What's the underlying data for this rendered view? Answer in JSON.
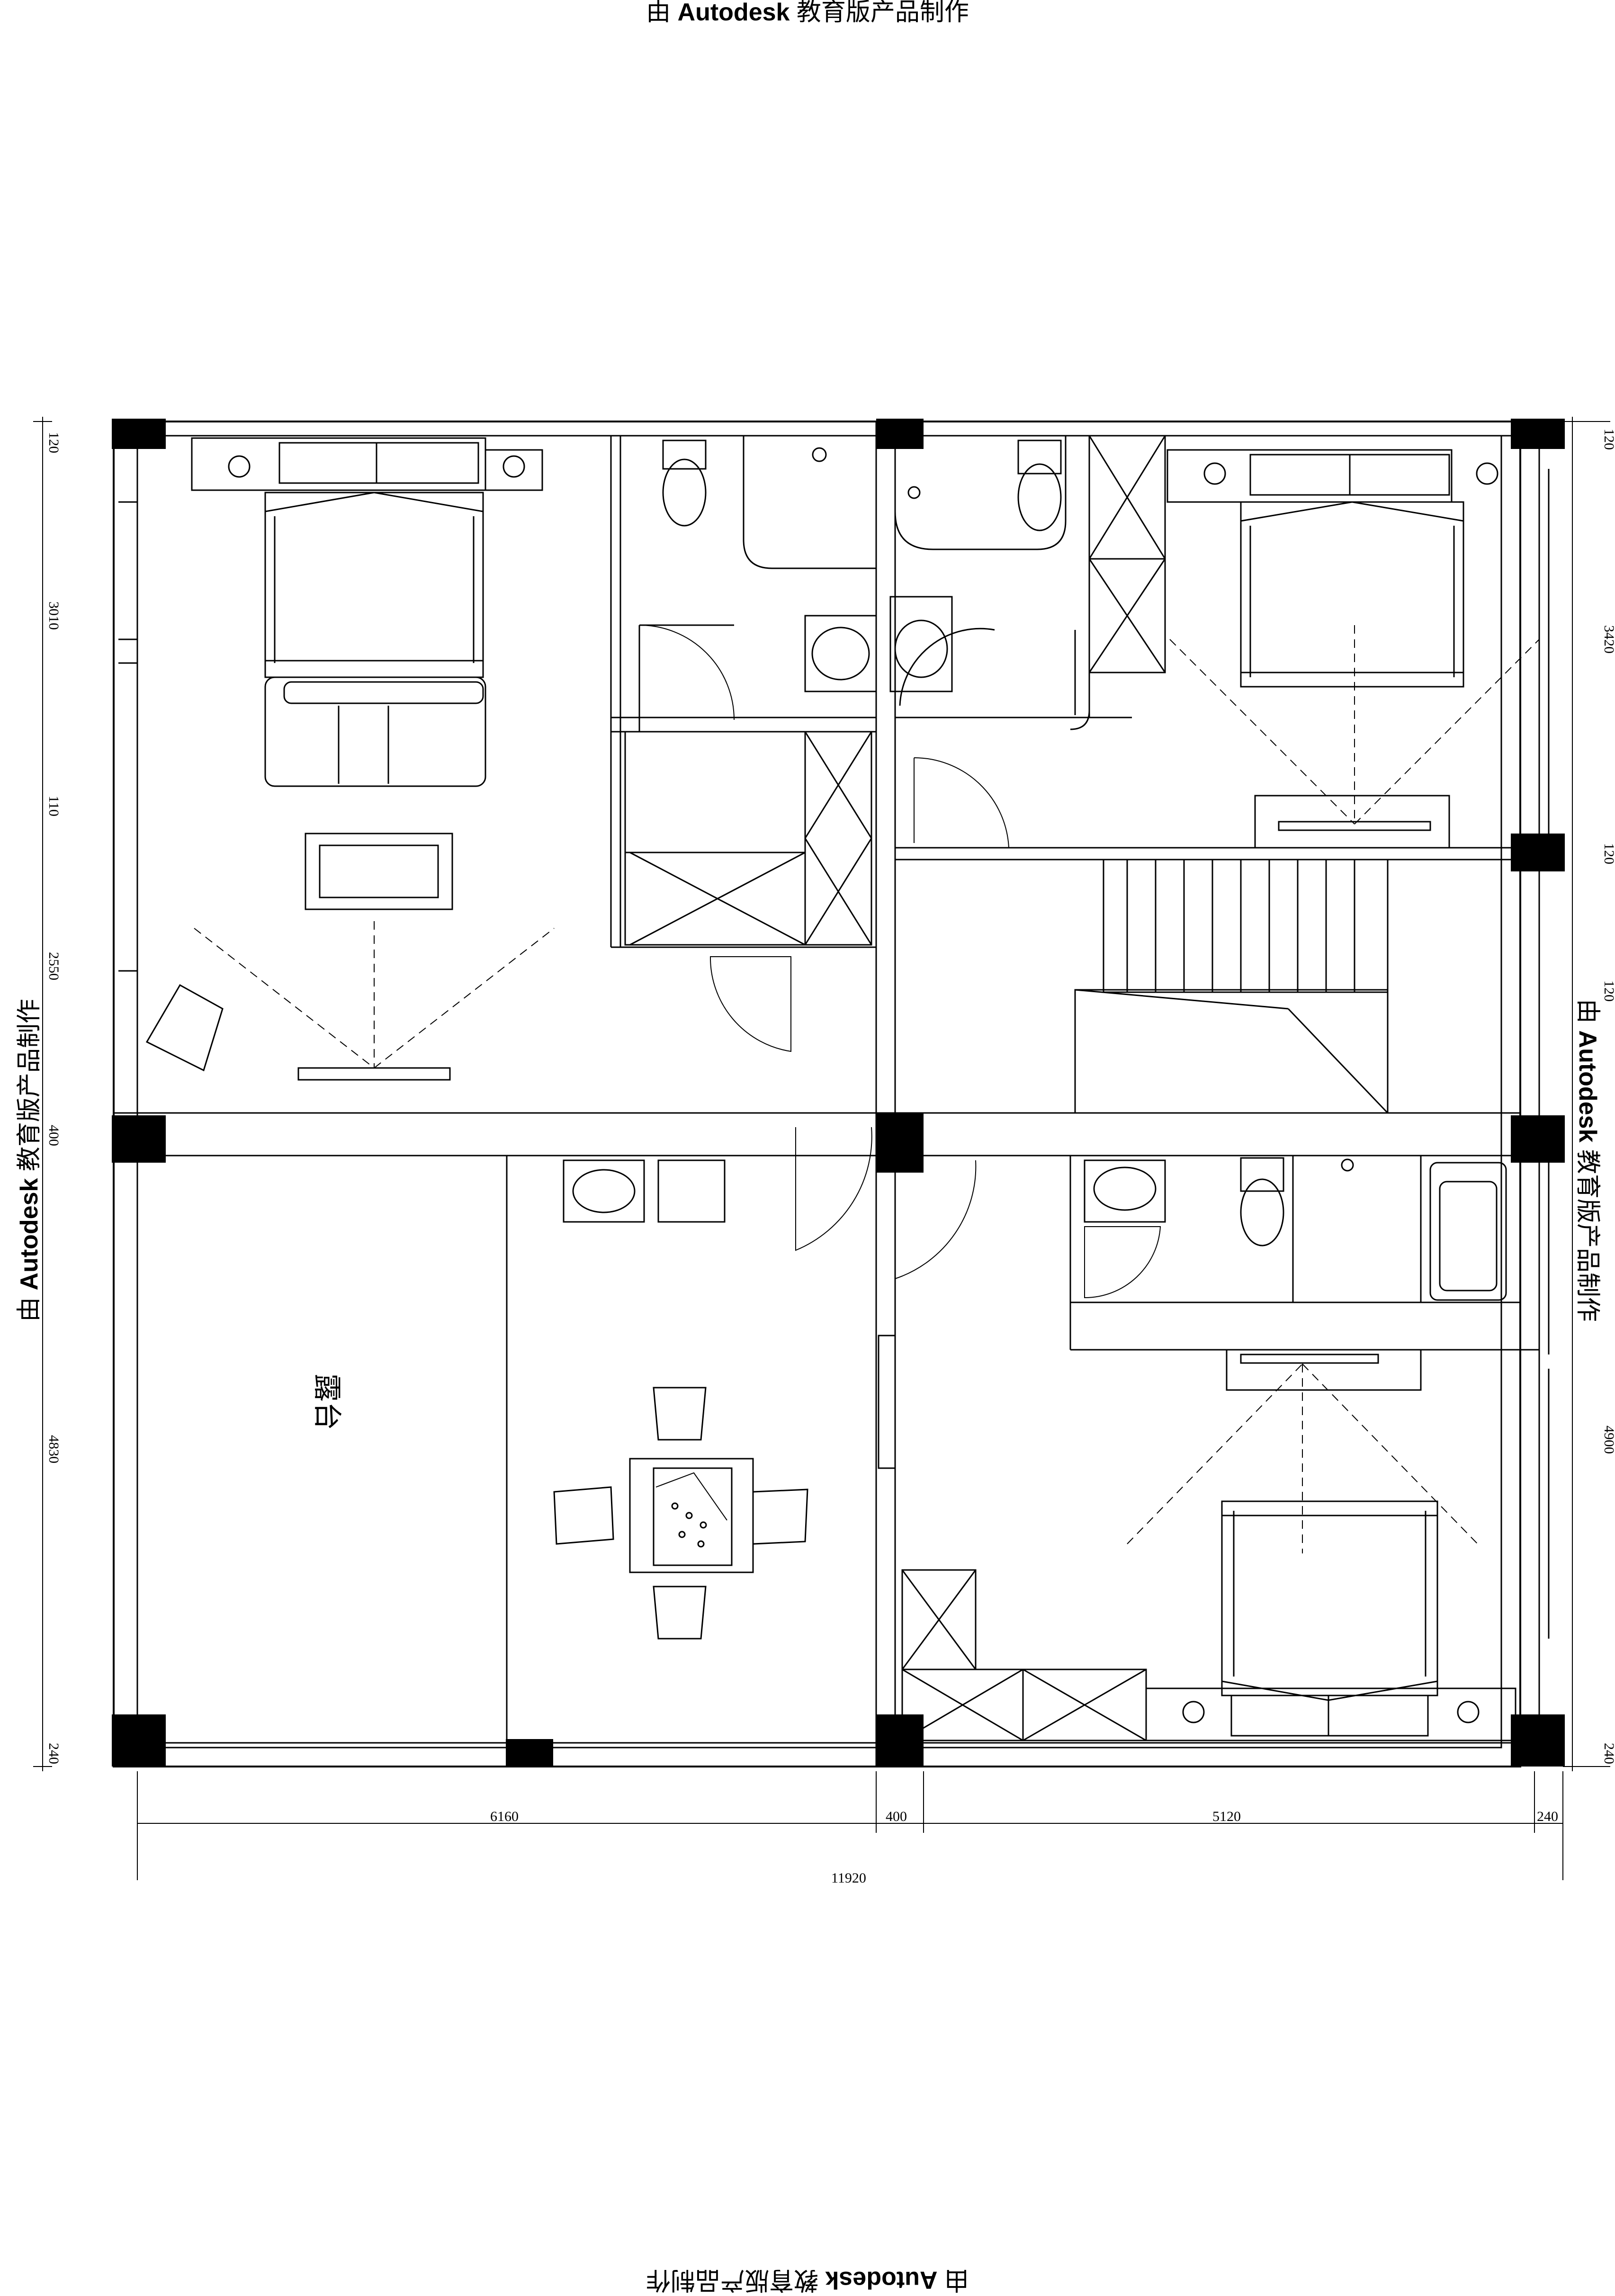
{
  "watermark": {
    "prefix": "由 ",
    "brand": "Autodesk",
    "suffix": " 教育版产品制作"
  },
  "rooms": {
    "terrace": "露台"
  },
  "dimensions": {
    "left": [
      "120",
      "3010",
      "110",
      "2550",
      "400",
      "4830",
      "240"
    ],
    "right": [
      "120",
      "3420",
      "120",
      "120",
      "4900",
      "240"
    ],
    "bottom": [
      "6160",
      "400",
      "5120",
      "240"
    ],
    "total": "11920"
  }
}
